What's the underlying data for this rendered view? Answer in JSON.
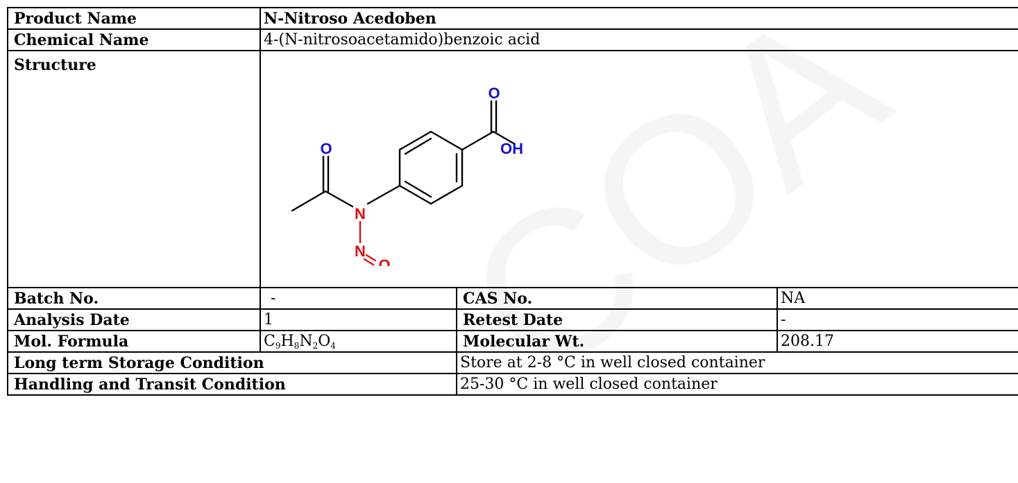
{
  "table": {
    "product_name_label": "Product Name",
    "product_name_value": "N-Nitroso Acedoben",
    "chemical_name_label": "Chemical Name",
    "chemical_name_value": "4-(N-nitrosoacetamido)benzoic acid",
    "structure_label": "Structure",
    "batch_no_label": "Batch No.",
    "batch_no_value": "-",
    "cas_no_label": "CAS No.",
    "cas_no_value": "NA",
    "analysis_date_label": "Analysis Date",
    "analysis_date_value": "1",
    "retest_date_label": "Retest Date",
    "retest_date_value": "-",
    "mol_formula_label": "Mol. Formula",
    "mol_formula": {
      "c": "C",
      "c_n": "9",
      "h": "H",
      "h_n": "8",
      "n": "N",
      "n_n": "2",
      "o": "O",
      "o_n": "4"
    },
    "mol_wt_label": "Molecular Wt.",
    "mol_wt_value": "208.17",
    "storage_label": "Long term Storage Condition",
    "storage_value": "Store at 2-8 °C in well closed container",
    "transit_label": "Handling and Transit Condition",
    "transit_value": "25-30 °C in well closed container"
  },
  "structure": {
    "atom_o_top": "O",
    "atom_oh": "OH",
    "atom_o_acetyl": "O",
    "atom_n_amide": "N",
    "atom_n_nitroso": "N",
    "atom_o_nitroso": "O",
    "colors": {
      "oxygen_blue": "#1414d2",
      "nitroso_red": "#e01010",
      "bond": "#000000"
    }
  },
  "watermark": {
    "text": "COA",
    "color": "#f2f2f2"
  }
}
